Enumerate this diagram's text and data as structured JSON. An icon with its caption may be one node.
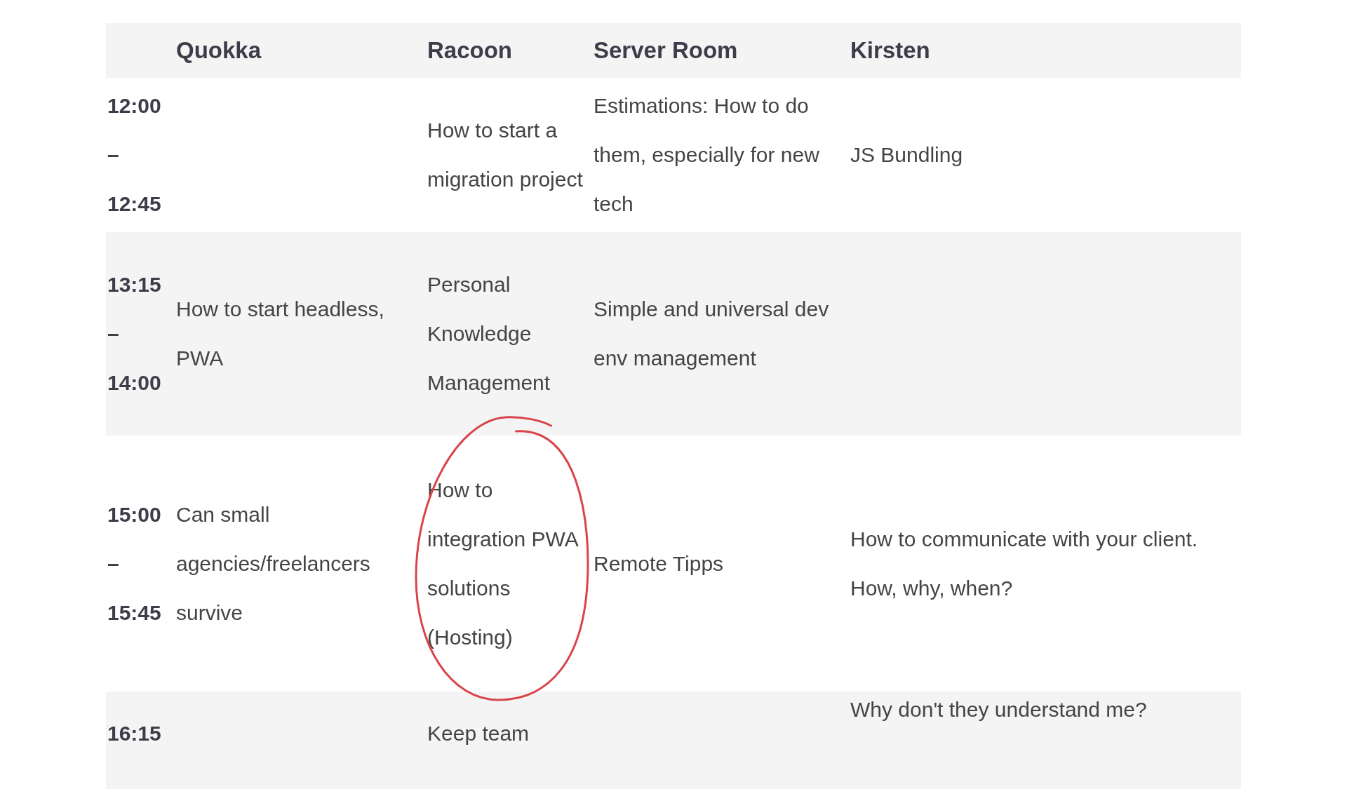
{
  "diagram": {
    "labels": [
      "Quokka",
      "Racoon",
      "Server Room",
      "Kirsten",
      "12:00 – 12:45",
      "How to start a migration project",
      "Estimations: How to do them, especially for new tech",
      "JS Bundling",
      "13:15 – 14:00",
      "How to start headless, PWA",
      "Personal Knowledge Management",
      "Simple and universal dev env management",
      "15:00 – 15:45",
      "Can small agencies/freelancers survive",
      "How to integration PWA solutions (Hosting)",
      "Remote Tipps",
      "How to communicate with your client. How, why, when?",
      "16:15",
      "Keep team",
      "Why don't they understand me?"
    ]
  }
}
